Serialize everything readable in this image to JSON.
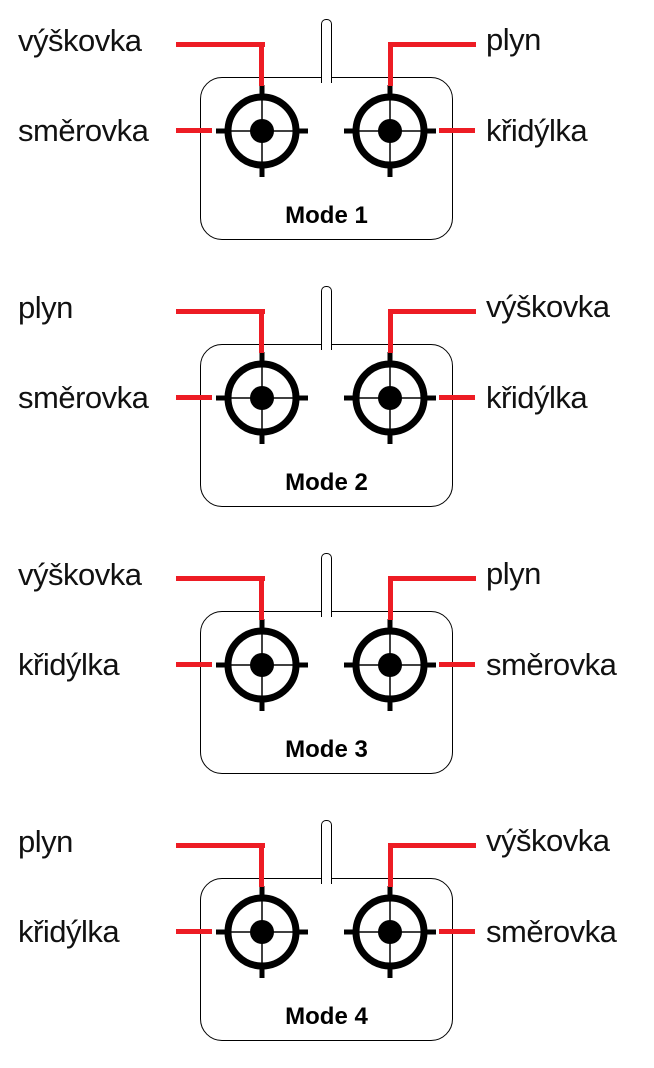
{
  "colors": {
    "callout_red": "#ed1c24",
    "outline_black": "#000000"
  },
  "modes": [
    {
      "title": "Mode 1",
      "top_left_label": "výškovka",
      "top_right_label": "plyn",
      "side_left_label": "směrovka",
      "side_right_label": "křidýlka"
    },
    {
      "title": "Mode 2",
      "top_left_label": "plyn",
      "top_right_label": "výškovka",
      "side_left_label": "směrovka",
      "side_right_label": "křidýlka"
    },
    {
      "title": "Mode 3",
      "top_left_label": "výškovka",
      "top_right_label": "plyn",
      "side_left_label": "křidýlka",
      "side_right_label": "směrovka"
    },
    {
      "title": "Mode 4",
      "top_left_label": "plyn",
      "top_right_label": "výškovka",
      "side_left_label": "křidýlka",
      "side_right_label": "směrovka"
    }
  ]
}
